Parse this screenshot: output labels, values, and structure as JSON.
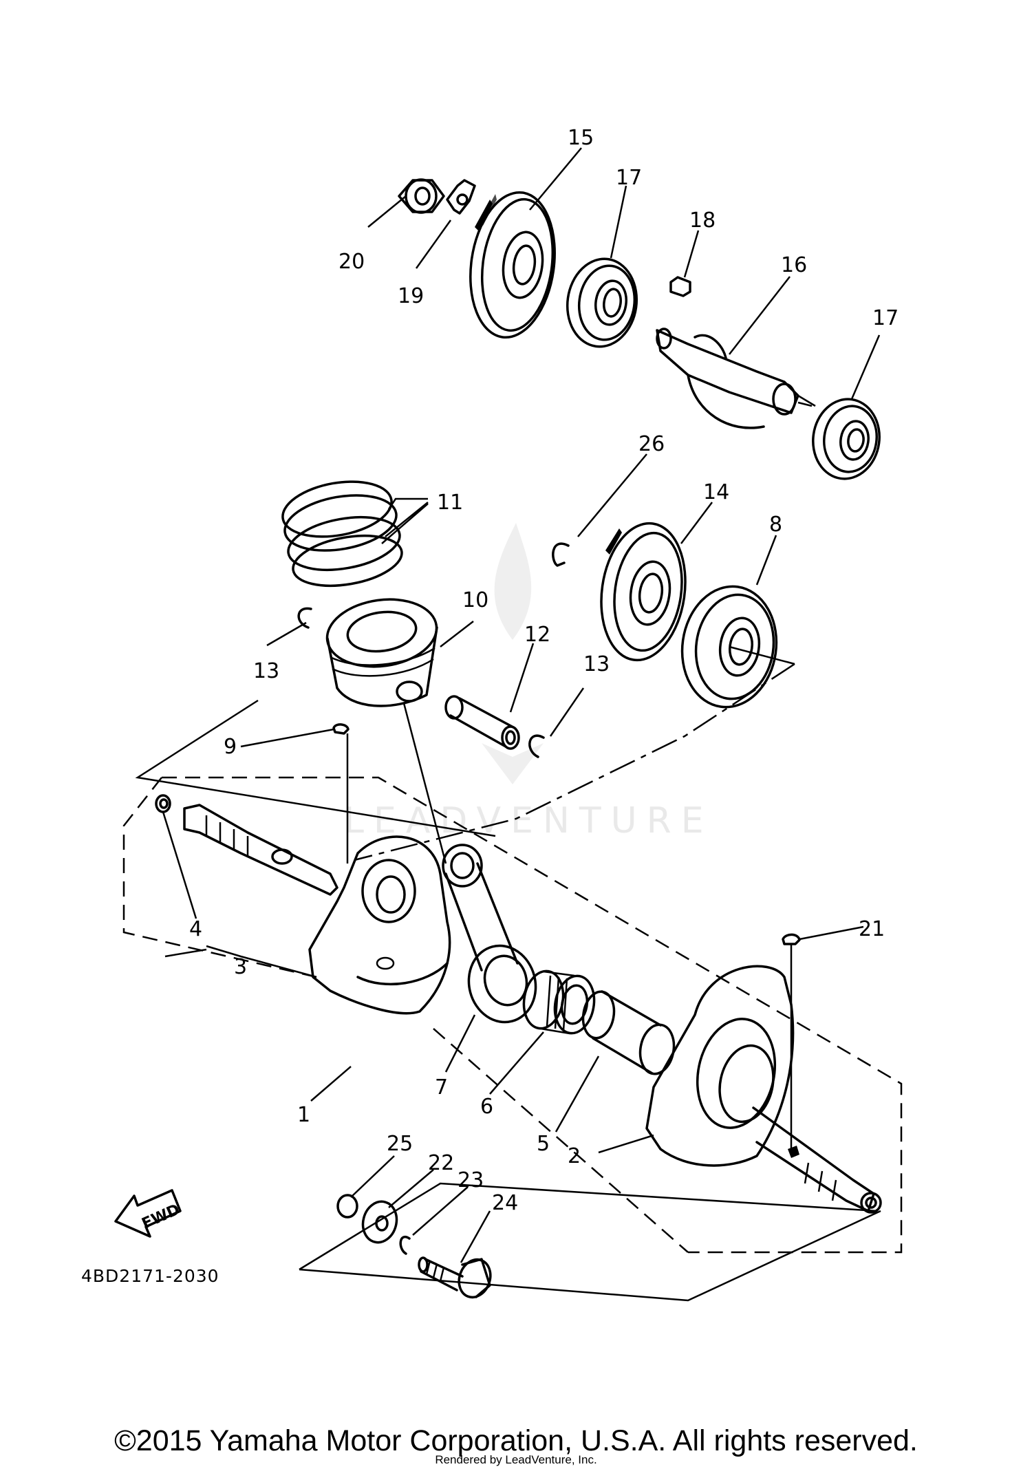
{
  "callouts": {
    "c1": "1",
    "c2": "2",
    "c3": "3",
    "c4": "4",
    "c5": "5",
    "c6": "6",
    "c7": "7",
    "c8": "8",
    "c9": "9",
    "c10": "10",
    "c11": "11",
    "c12": "12",
    "c13a": "13",
    "c13b": "13",
    "c14": "14",
    "c15": "15",
    "c16": "16",
    "c17a": "17",
    "c17b": "17",
    "c18": "18",
    "c19": "19",
    "c20": "20",
    "c21": "21",
    "c22": "22",
    "c23": "23",
    "c24": "24",
    "c25": "25",
    "c26": "26"
  },
  "fwd_label": "FWD",
  "drawing_number": "4BD2171-2030",
  "watermark": "LEADVENTURE",
  "copyright": "©2015 Yamaha Motor Corporation, U.S.A. All rights reserved.",
  "rendered_by": "Rendered by LeadVenture, Inc.",
  "icons": [
    "fwd-arrow-icon",
    "leadventure-watermark-icon"
  ]
}
